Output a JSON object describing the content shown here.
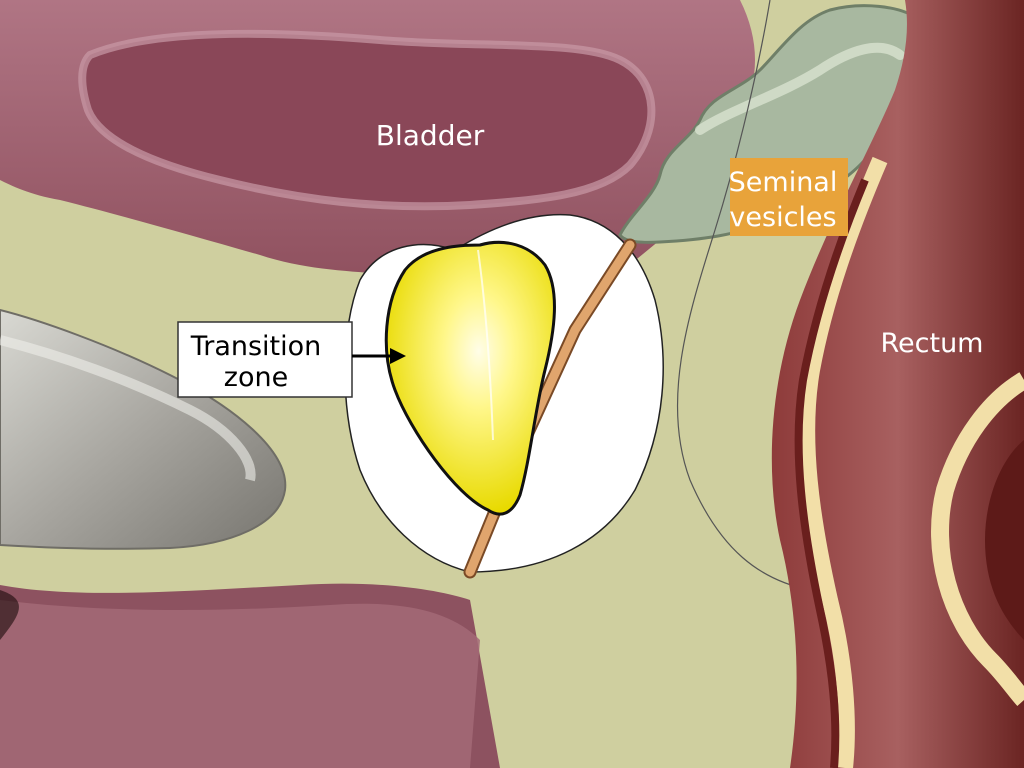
{
  "labels": {
    "bladder": "Bladder",
    "seminal_vesicles": [
      "Seminal",
      "vesicles"
    ],
    "rectum": "Rectum",
    "transition_zone": [
      "Transition",
      "zone"
    ]
  },
  "colors": {
    "background": "#cfcf9f",
    "bladder": "#9a5a67",
    "rectum": "#7c2f2c",
    "transition_zone": "#f2e600",
    "urethra": "#d89a63",
    "seminal_label_bg": "#e8a33a"
  }
}
